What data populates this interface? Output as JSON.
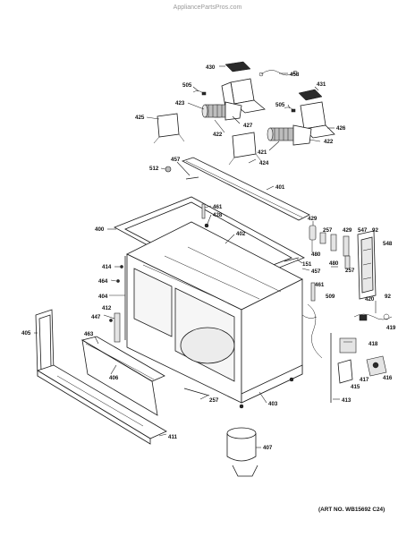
{
  "watermark": "AppliancePartsPros.com",
  "art_no": "(ART NO. WB15692 C24)",
  "callouts": {
    "p430": "430",
    "p458": "458",
    "p505a": "505",
    "p431": "431",
    "p423": "423",
    "p425": "425",
    "p427": "427",
    "p505b": "505",
    "p426": "426",
    "p422a": "422",
    "p421": "421",
    "p422b": "422",
    "p424": "424",
    "p512": "512",
    "p457a": "457",
    "p401": "401",
    "p461a": "461",
    "p428": "428",
    "p400": "400",
    "p402": "402",
    "p429a": "429",
    "p257a": "257",
    "p429b": "429",
    "p547": "547",
    "p92a": "92",
    "p548": "548",
    "p480a": "480",
    "p480b": "480",
    "p257b": "257",
    "p414": "414",
    "p151": "151",
    "p457b": "457",
    "p464": "464",
    "p461b": "461",
    "p92b": "92",
    "p404": "404",
    "p509": "509",
    "p420": "420",
    "p412": "412",
    "p447": "447",
    "p419": "419",
    "p405": "405",
    "p463": "463",
    "p418": "418",
    "p406": "406",
    "p417": "417",
    "p416": "416",
    "p415": "415",
    "p257c": "257",
    "p403": "403",
    "p413": "413",
    "p411": "411",
    "p407": "407"
  }
}
